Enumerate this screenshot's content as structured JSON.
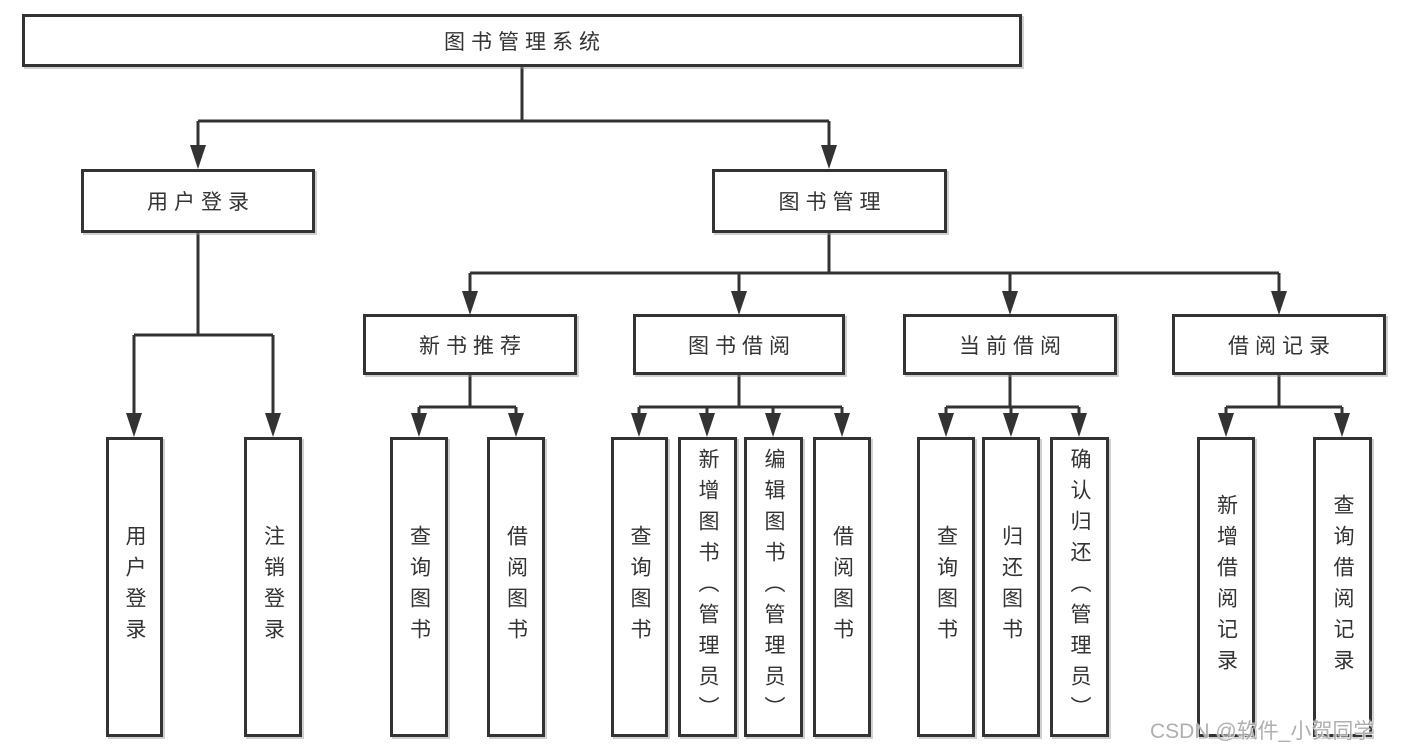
{
  "diagram": {
    "root": {
      "label": "图书管理系统"
    },
    "branches": [
      {
        "label": "用户登录",
        "children": [
          {
            "label": "用户登录"
          },
          {
            "label": "注销登录"
          }
        ]
      },
      {
        "label": "图书管理",
        "sections": [
          {
            "label": "新书推荐",
            "children": [
              {
                "label": "查询图书"
              },
              {
                "label": "借阅图书"
              }
            ]
          },
          {
            "label": "图书借阅",
            "children": [
              {
                "label": "查询图书"
              },
              {
                "label": "新增图书（管理员）"
              },
              {
                "label": "编辑图书（管理员）"
              },
              {
                "label": "借阅图书"
              }
            ]
          },
          {
            "label": "当前借阅",
            "children": [
              {
                "label": "查询图书"
              },
              {
                "label": "归还图书"
              },
              {
                "label": "确认归还（管理员）"
              }
            ]
          },
          {
            "label": "借阅记录",
            "children": [
              {
                "label": "新增借阅记录"
              },
              {
                "label": "查询借阅记录"
              }
            ]
          }
        ]
      }
    ]
  },
  "watermark": {
    "text": "CSDN @软件_小贺同学"
  },
  "colors": {
    "line": "#333333",
    "text": "#333333",
    "box_background": "#ffffff",
    "watermark": "#a8a8a8"
  }
}
